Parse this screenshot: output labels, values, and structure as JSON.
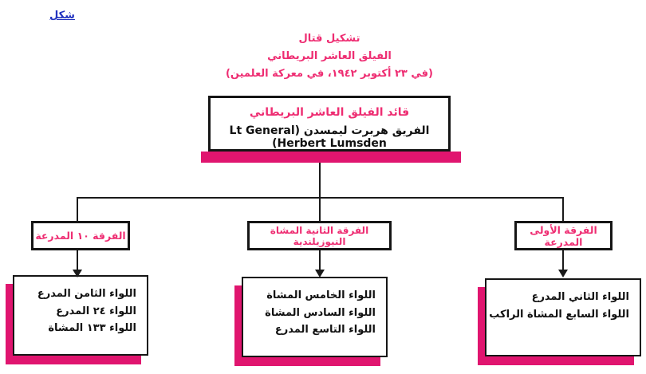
{
  "page": {
    "figure_label": "شكل"
  },
  "heading": {
    "line1": "تشكيل قتال",
    "line2": "الفيلق العاشر البريطاني",
    "line3": "(في ٢٣ أكتوبر ١٩٤٢، في معركة العلمين)"
  },
  "root": {
    "title": "قائد الفيلق العاشر البريطاني",
    "commander": "الفريق هربرت ليمسدن (Lt General Herbert Lumsden)"
  },
  "divisions": [
    {
      "label": "الفرقة ١٠ المدرعة",
      "brigades": [
        "اللواء الثامن المدرع",
        "اللواء ٢٤ المدرع",
        "اللواء ١٣٣ المشاة"
      ]
    },
    {
      "label": "الفرقة الثانية المشاة النيوزيلندية",
      "brigades": [
        "اللواء الخامس المشاة",
        "اللواء السادس المشاة",
        "اللواء التاسع المدرع"
      ]
    },
    {
      "label": "الفرقة الأولى المدرعة",
      "brigades": [
        "اللواء الثاني المدرع",
        "اللواء السابع المشاة الراكب"
      ]
    }
  ],
  "colors": {
    "accent_pink_text": "#ee2d72",
    "shadow_magenta": "#e0156f",
    "figure_label_blue": "#2233c0",
    "line_black": "#1a1a1a"
  }
}
